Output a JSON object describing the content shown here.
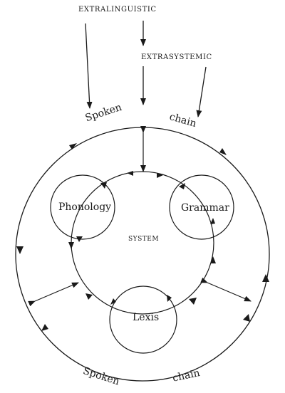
{
  "labels": {
    "extralinguistic": "EXTRALINGUISTIC",
    "extrasystemic": "EXTRASYSTEMIC",
    "spoken_top": "Spoken",
    "chain_top": "chain",
    "phonology": "Phonology",
    "grammar": "Grammar",
    "system": "SYSTEM",
    "lexis": "Lexis",
    "spoken_bottom": "Spoken",
    "chain_bottom": "chain"
  },
  "colors": {
    "ink": "#1a1a1a",
    "background": "#ffffff"
  }
}
